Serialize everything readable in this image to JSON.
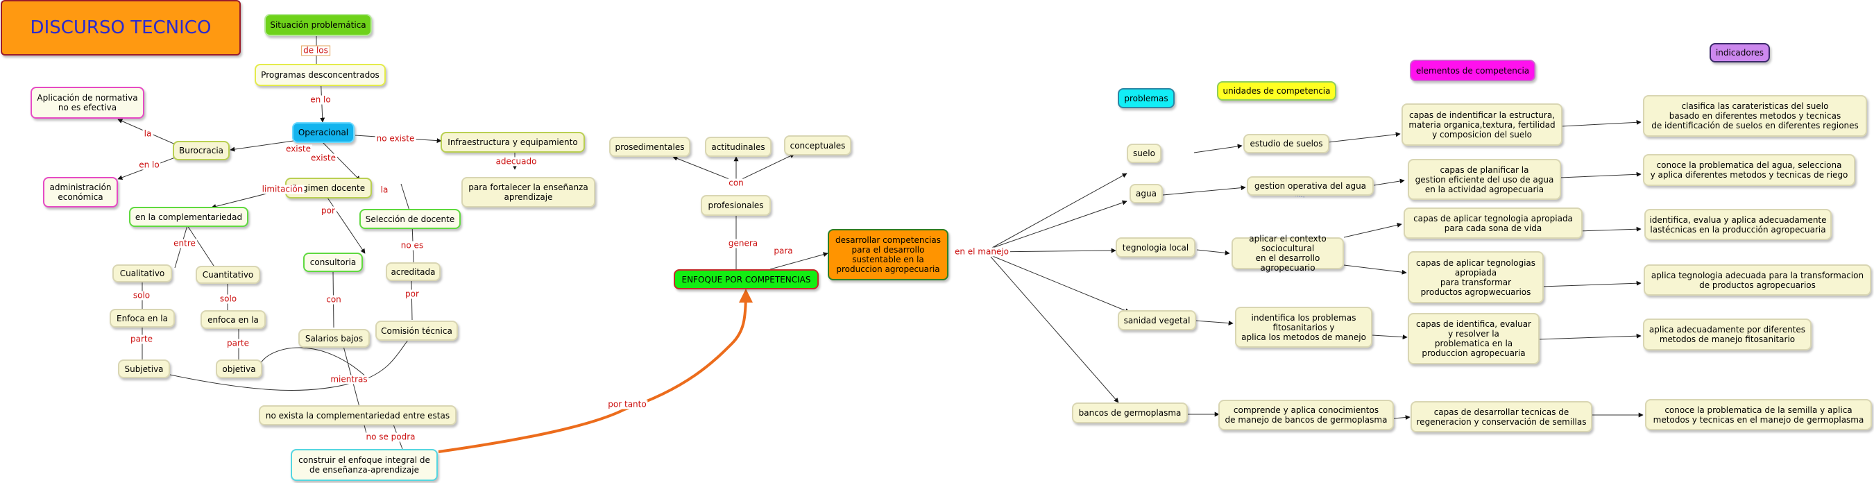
{
  "nodes": {
    "discurso_tecnico": "DISCURSO TECNICO",
    "situacion_problematica": "Situación problemática",
    "programas": "Programas desconcentrados",
    "operacional": "Operacional",
    "burocracia": "Burocracia",
    "aplicacion_normativa": "Aplicación de normativa\nno es efectiva",
    "administracion": "administración\neconómica",
    "infraestructura": "Infraestructura y equipamiento",
    "fortalecer": "para fortalecer la enseñanza\naprendizaje",
    "regimen_docente": "Regimen docente",
    "complementariedad": "en la complementariedad",
    "seleccion_docente": "Selección de docente",
    "cualitativo": "Cualitativo",
    "cuantitativo": "Cuantitativo",
    "enfoca1": "Enfoca en la",
    "enfoca2": "enfoca en la",
    "subjetiva": "Subjetiva",
    "objetiva": "objetiva",
    "consultoria": "consultoria",
    "acreditada": "acreditada",
    "salarios": "Salarios bajos",
    "comision": "Comisión técnica",
    "no_exista": "no exista la complementariedad entre estas",
    "construir": "construir el enfoque integral de\nde enseñanza-aprendizaje",
    "procedimentales": "prosedimentales",
    "actitudinales": "actitudinales",
    "conceptuales": "conceptuales",
    "profesionales": "profesionales",
    "enfoque": "ENFOQUE POR COMPETENCIAS",
    "desarrollar": "desarrollar competencias\npara el desarrollo\nsustentable en la\nproduccion agropecuaria",
    "problemas": "problemas",
    "unidades": "unidades de competencia",
    "elementos": "elementos de competencia",
    "indicadores": "indicadores",
    "suelo": "suelo",
    "agua": "agua",
    "tegnologia": "tegnologia local",
    "sanidad": "sanidad vegetal",
    "bancos": "bancos de germoplasma",
    "estudio_suelos": "estudio de suelos",
    "gestion_agua": "gestion operativa del agua",
    "aplicar_contexto": "aplicar el contexto sociocultural\nen el desarrollo agropecuario",
    "identifica_problemas": "indentifica los problemas\nfitosanitarios y\naplica los metodos de manejo",
    "comprende": "comprende y aplica conocimientos\nde manejo de bancos de germoplasma",
    "capas_identificar": "capas de indentificar la estructura,\nmateria organica,textura, fertilidad\ny composicion del suelo",
    "capas_planificar": "capas de planificar la\ngestion eficiente del uso de agua\nen la actividad agropecuaria",
    "capas_tecnologia": "capas de aplicar tegnologia apropiada\npara cada sona de vida",
    "capas_tecnologias": "capas de aplicar tegnologias\napropiada\npara transformar\nproductos agropwecuarios",
    "capas_evaluar": "capas de identifica, evaluar\ny resolver la\nproblematica en la\nproduccion agropecuaria",
    "capas_desarrollar": "capas de desarrollar tecnicas de\nregeneracion y conservación de semillas",
    "ind_suelo": "clasifica las carateristicas del suelo\nbasado en diferentes metodos y tecnicas\nde identificación de suelos en diferentes regiones",
    "ind_agua": "conoce la problematica del agua, selecciona\ny aplica diferentes metodos y tecnicas de riego",
    "ind_tecno": "identifica, evalua y aplica adecuadamente\nlastécnicas en la producción agropecuaria",
    "ind_transf": "aplica tegnologia adecuada para la transformacion\nde productos agropecuarios",
    "ind_fito": "aplica adecuadamente por diferentes\nmetodos de manejo fitosanitario",
    "ind_semilla": "conoce la problematica de la semilla y aplica\nmetodos y tecnicas en el manejo de germoplasma"
  },
  "links": {
    "de_los": "de los",
    "en_lo_1": "en lo",
    "existe_1": "existe",
    "existe_2": "existe",
    "no_existe": "no existe",
    "la_1": "la",
    "en_lo_2": "en lo",
    "adecuado": "adecuado",
    "limitacion": "limitación",
    "la_2": "la",
    "por_1": "por",
    "entre": "entre",
    "no_es": "no es",
    "solo_1": "solo",
    "solo_2": "solo",
    "parte_1": "parte",
    "parte_2": "parte",
    "con_1": "con",
    "por_2": "por",
    "mientras": "mientras",
    "no_se_podra": "no se podra",
    "por_tanto": "por tanto",
    "con_2": "con",
    "genera": "genera",
    "para": "para",
    "en_el_manejo": "en el manejo"
  },
  "colors": {
    "link_text": "#cc1111",
    "edge": "#333333",
    "highlight_arrow": "#ec6c1c",
    "title_bg": "#ff9911",
    "title_text": "#2a2ad0"
  }
}
